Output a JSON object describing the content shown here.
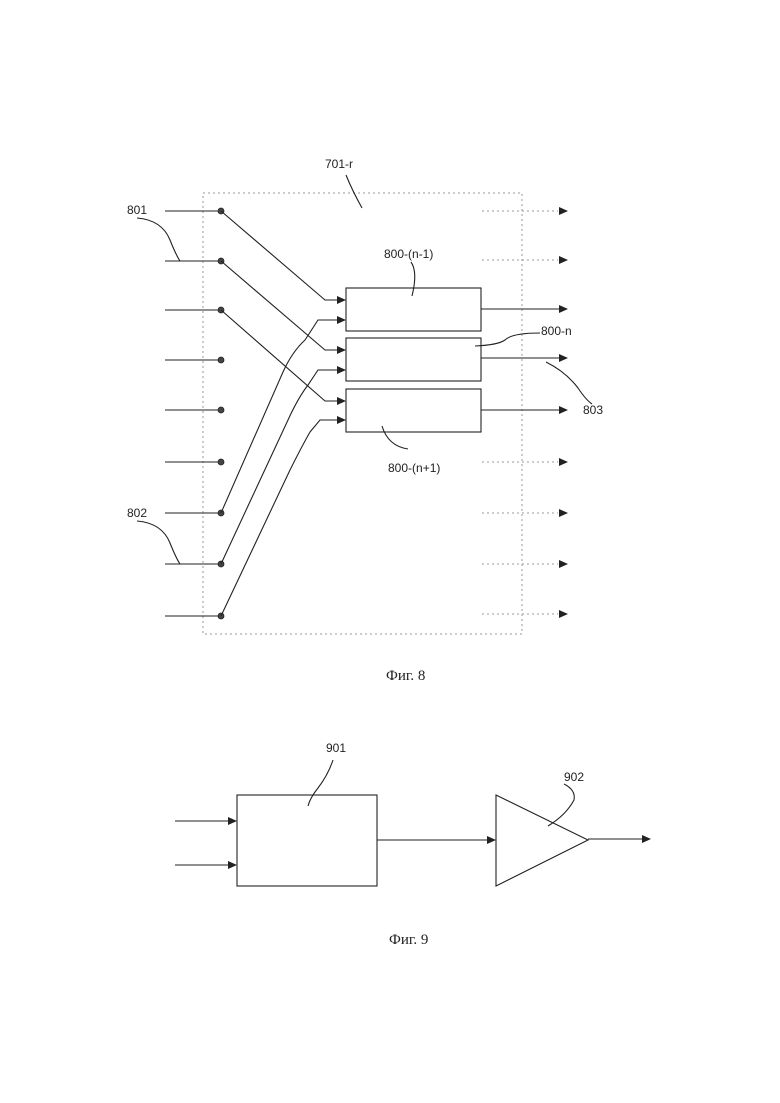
{
  "figures": [
    {
      "caption": "Фиг. 8",
      "labels": {
        "block": "701-r",
        "inputs_upper": "801",
        "inputs_lower": "802",
        "output": "803",
        "unit_prev": "800-(n-1)",
        "unit_curr": "800-n",
        "unit_next": "800-(n+1)"
      }
    },
    {
      "caption": "Фиг. 9",
      "labels": {
        "block": "901",
        "amplifier": "902"
      }
    }
  ]
}
